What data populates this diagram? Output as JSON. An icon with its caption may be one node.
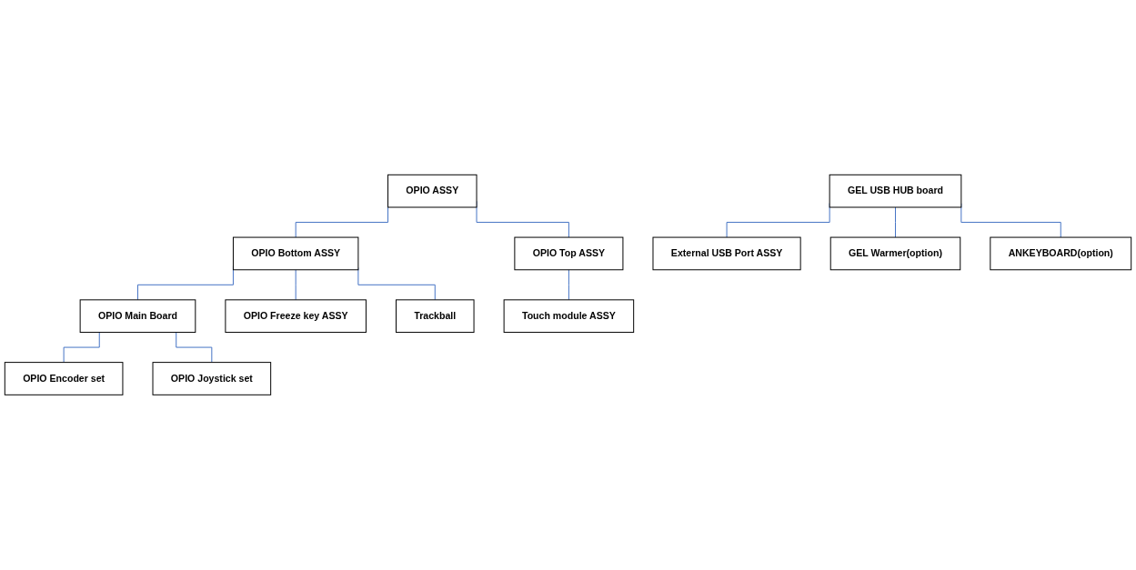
{
  "diagram": {
    "nodes": [
      {
        "text": [
          "OPIO ASSY"
        ]
      },
      {
        "text": [
          "OPIO Bottom ASSY"
        ]
      },
      {
        "text": [
          "OPIO Top ASSY"
        ]
      },
      {
        "text": [
          "OPIO Main Board"
        ]
      },
      {
        "text": [
          "Touch module ASSY"
        ]
      },
      {
        "text": [
          "OPIO Encoder set"
        ]
      },
      {
        "text": [
          "OPIO Joystick set"
        ]
      },
      {
        "text": [
          "OPIO Freeze key ASSY"
        ]
      },
      {
        "text": [
          "Trackball"
        ]
      },
      {
        "text": [
          "GEL USB HUB board"
        ]
      },
      {
        "text": [
          "External USB Port ASSY"
        ]
      },
      {
        "text": [
          "GEL Warmer(option)"
        ]
      },
      {
        "text": [
          "ANKEYBOARD(option)"
        ]
      }
    ],
    "edges": [
      {
        "from": 0,
        "to": 1,
        "arrow": "none"
      },
      {
        "from": 0,
        "to": 2,
        "arrow": "none"
      },
      {
        "from": 1,
        "to": 3,
        "arrow": "none"
      },
      {
        "from": 2,
        "to": 4,
        "arrow": "none"
      },
      {
        "from": 3,
        "to": 5,
        "arrow": "none"
      },
      {
        "from": 3,
        "to": 6,
        "arrow": "none"
      },
      {
        "from": 1,
        "to": 7,
        "arrow": "none"
      },
      {
        "from": 1,
        "to": 8,
        "arrow": "none"
      },
      {
        "from": 9,
        "to": 10,
        "arrow": "none"
      },
      {
        "from": 9,
        "to": 11,
        "arrow": "none"
      },
      {
        "from": 9,
        "to": 12,
        "arrow": "none"
      }
    ]
  }
}
